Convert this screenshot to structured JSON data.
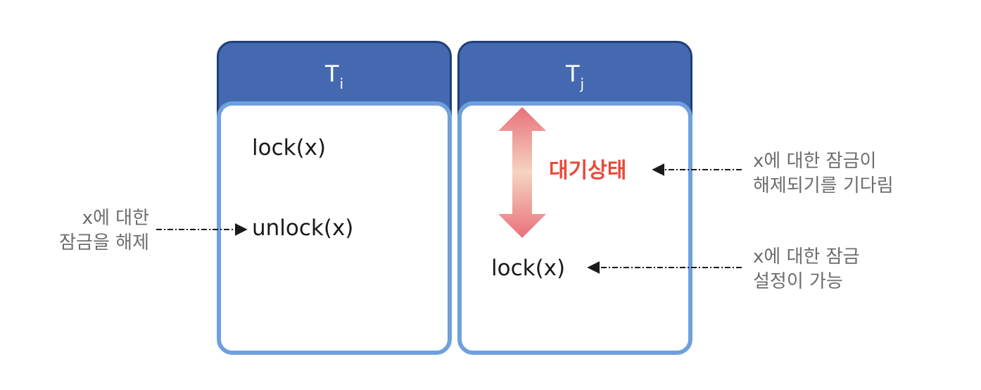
{
  "transactions": [
    {
      "title": "T",
      "subscript": "i",
      "operations": [
        "lock(x)",
        "unlock(x)"
      ]
    },
    {
      "title": "T",
      "subscript": "j",
      "operations": [
        "lock(x)"
      ]
    }
  ],
  "wait_state_label": "대기상태",
  "notes": {
    "unlock_note": [
      "x에 대한",
      "잠금을 해제"
    ],
    "wait_note": [
      "x에 대한 잠금이",
      "해제되기를 기다림"
    ],
    "lock_note": [
      "x에 대한 잠금",
      "설정이 가능"
    ]
  },
  "colors": {
    "header_fill": "#4469b0",
    "header_border": "#1f3f7a",
    "body_border": "#6fa0dc",
    "wait_text": "#e84a3a",
    "arrow_gradient": [
      "#e8717b",
      "#f6d4c0"
    ]
  }
}
